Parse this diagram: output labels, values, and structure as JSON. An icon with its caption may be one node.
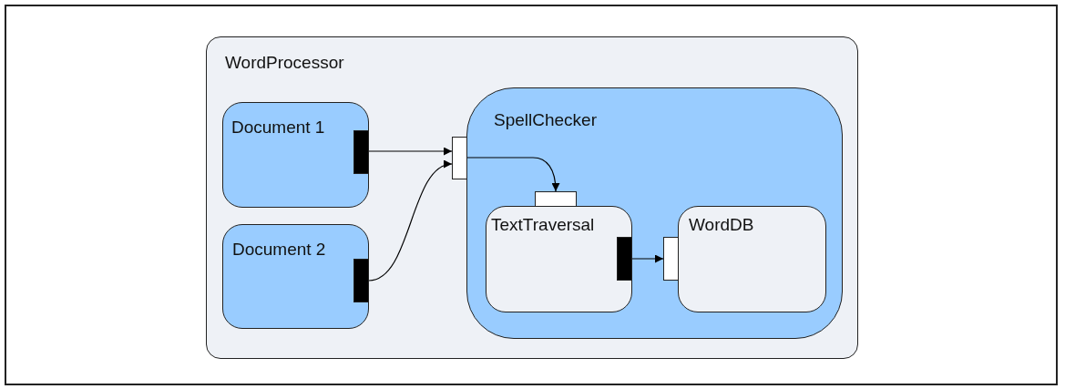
{
  "diagram": {
    "nodes": [
      {
        "text": [
          "WordProcessor"
        ]
      },
      {
        "text": [
          "Document 1"
        ],
        "in": 0
      },
      {
        "text": [
          "Document 2"
        ],
        "in": 0
      },
      {
        "text": [
          "SpellChecker"
        ],
        "in": 0
      },
      {
        "text": [
          "TextTraversal"
        ],
        "in": 3
      },
      {
        "text": [
          "WordDB"
        ],
        "in": 3
      },
      {
        "text": [],
        "shape": "bar",
        "in": 1
      },
      {
        "text": [],
        "shape": "bar",
        "in": 2
      },
      {
        "text": [],
        "shape": "bar",
        "in": 0
      },
      {
        "text": [],
        "shape": "bar",
        "in": 3
      },
      {
        "text": [],
        "shape": "bar",
        "in": 4
      },
      {
        "text": [],
        "shape": "bar",
        "in": 3
      }
    ],
    "edges": [
      {
        "from": 6,
        "to": 8,
        "arrow": "to"
      },
      {
        "from": 7,
        "to": 8,
        "arrow": "to"
      },
      {
        "from": 8,
        "to": 9,
        "arrow": "to"
      },
      {
        "from": 10,
        "to": 11,
        "arrow": "to"
      }
    ]
  }
}
